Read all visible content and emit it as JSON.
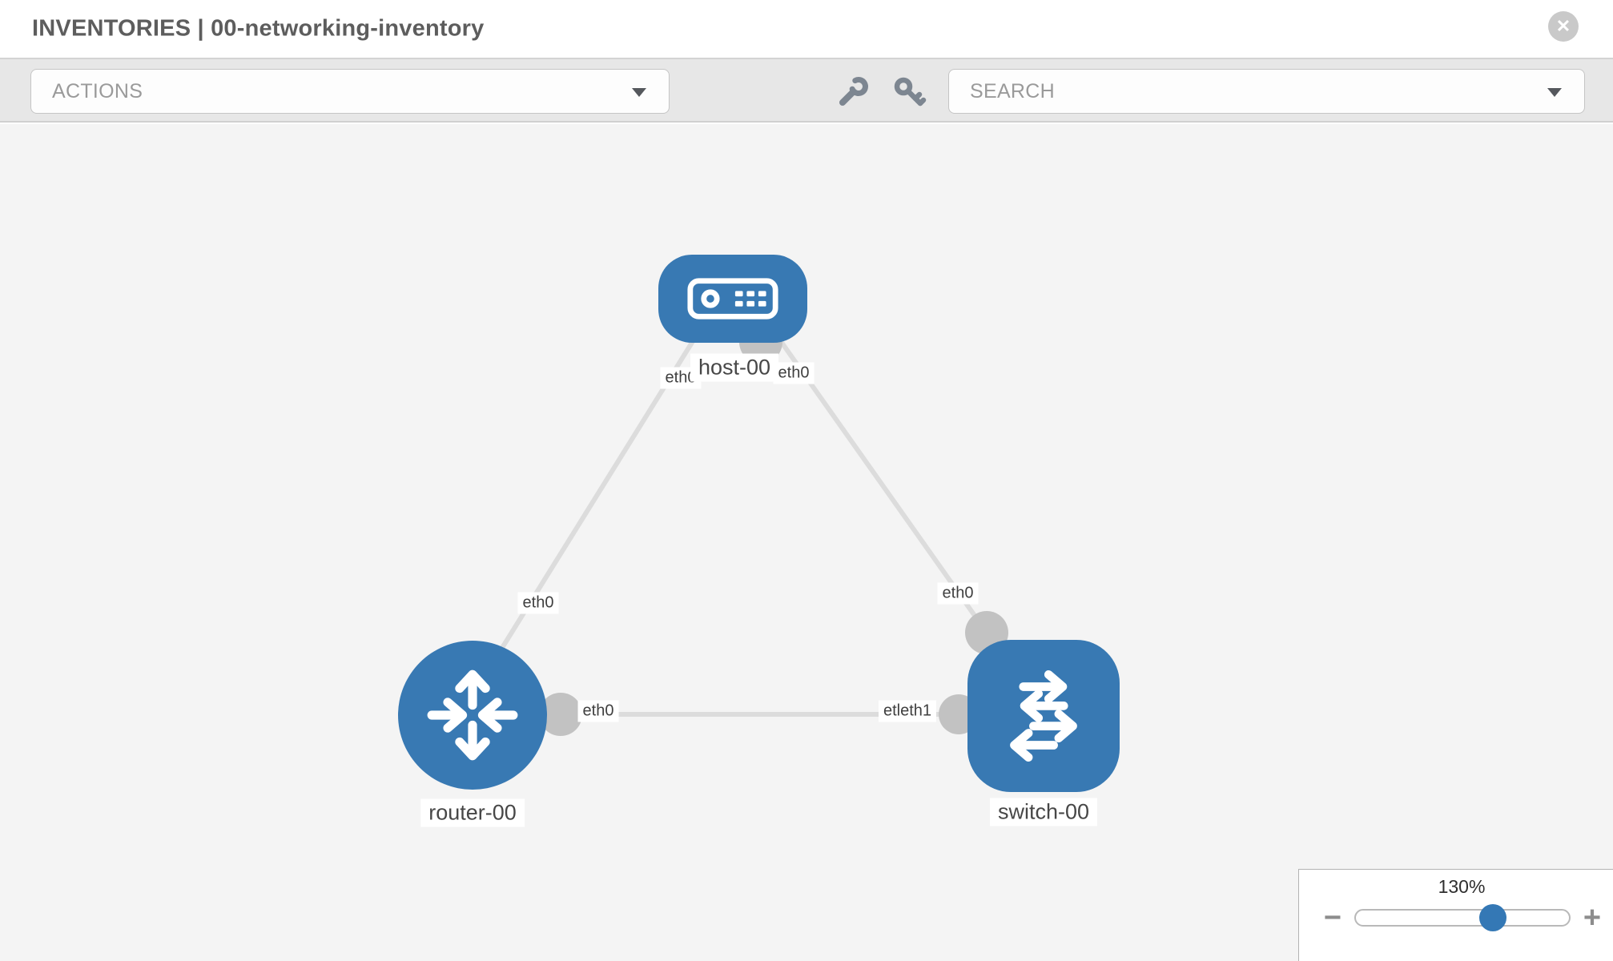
{
  "window": {
    "title": "INVENTORIES | 00-networking-inventory",
    "close_icon": "✕"
  },
  "toolbar": {
    "actions_label": "ACTIONS",
    "search_label": "SEARCH",
    "icons": [
      "wrench-icon",
      "key-icon"
    ]
  },
  "topology": {
    "nodes": [
      {
        "name": "host-00",
        "type": "host"
      },
      {
        "name": "router-00",
        "type": "router"
      },
      {
        "name": "switch-00",
        "type": "switch"
      }
    ],
    "links": [
      {
        "from": "host-00",
        "to": "router-00",
        "from_label": "eth0",
        "to_label": "eth0"
      },
      {
        "from": "host-00",
        "to": "switch-00",
        "from_label": "eth0",
        "to_label": "eth0"
      },
      {
        "from": "router-00",
        "to": "switch-00",
        "from_label": "eth0",
        "to_label": "etleth1"
      }
    ]
  },
  "zoom": {
    "level": "130%",
    "minus_label": "−",
    "plus_label": "+",
    "slider_percent": 65
  },
  "colors": {
    "node_blue": "#3879b3",
    "link_gray": "#dcdcdc",
    "connector_gray": "#c2c2c2",
    "toolbar_bg": "#e7e7e7",
    "canvas_bg": "#f4f4f4"
  }
}
